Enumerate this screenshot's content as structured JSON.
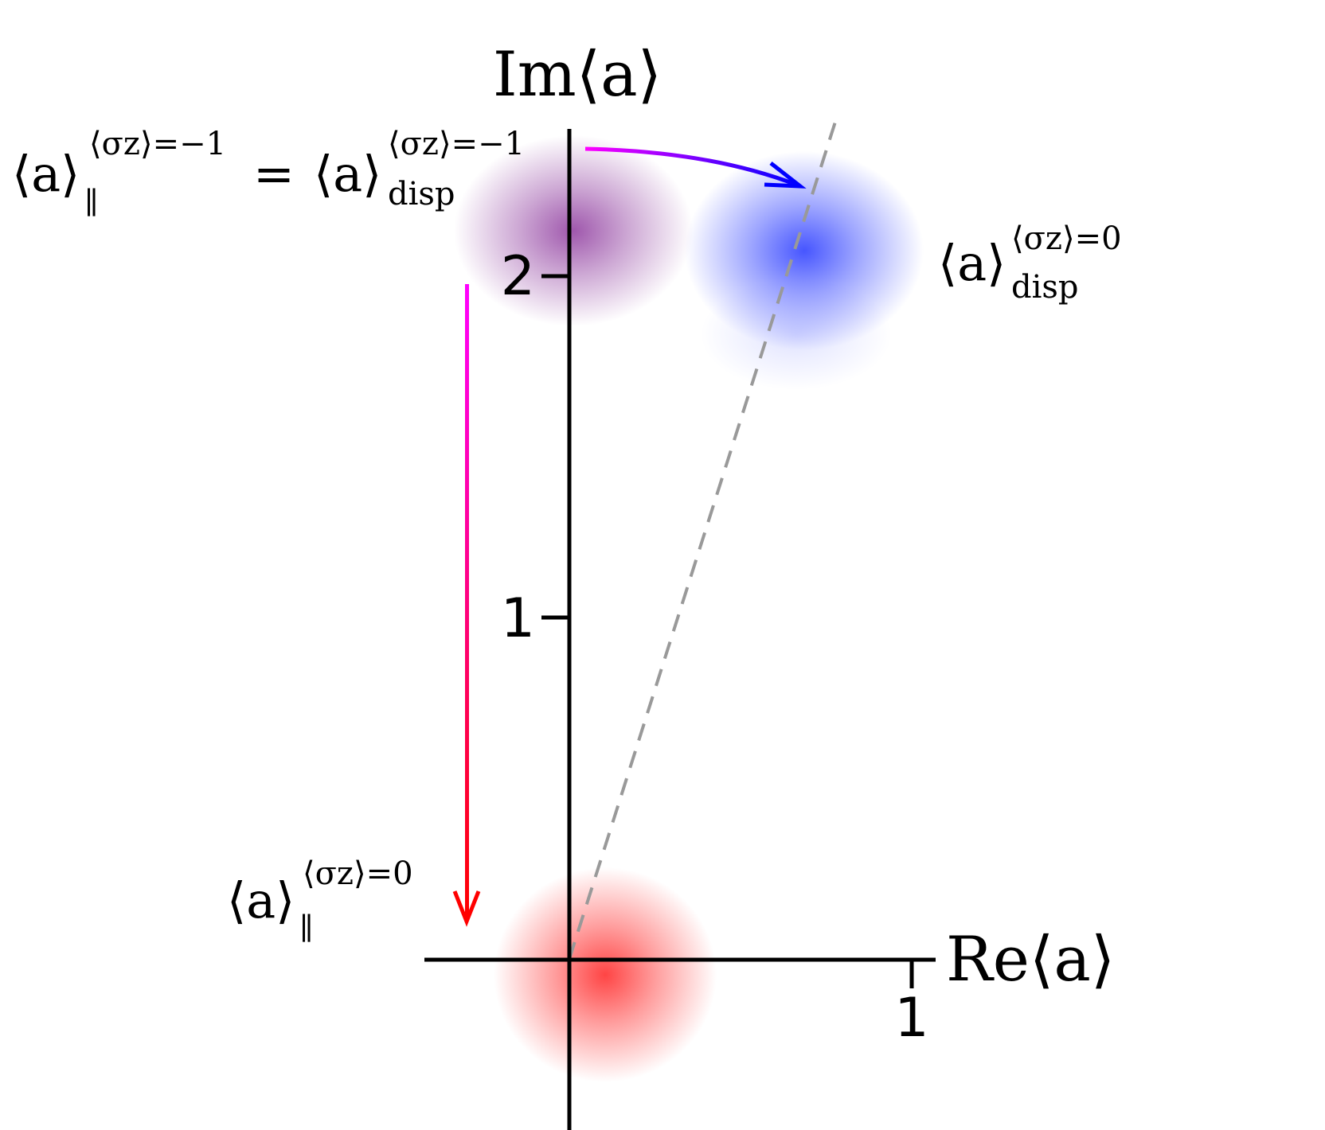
{
  "axes": {
    "x_label": "Re⟨a⟩",
    "y_label": "Im⟨a⟩",
    "x_ticks": [
      {
        "value": 1,
        "label": "1"
      }
    ],
    "y_ticks": [
      {
        "value": 1,
        "label": "1"
      },
      {
        "value": 2,
        "label": "2"
      }
    ]
  },
  "labels": {
    "top_left_lhs": {
      "base": "⟨a⟩",
      "sub": "∥",
      "sup": "⟨σz⟩=−1"
    },
    "equals": "=",
    "top_left_rhs": {
      "base": "⟨a⟩",
      "sub": "disp",
      "sup": "⟨σz⟩=−1"
    },
    "right": {
      "base": "⟨a⟩",
      "sub": "disp",
      "sup": "⟨σz⟩=0"
    },
    "bottom": {
      "base": "⟨a⟩",
      "sub": "∥",
      "sup": "⟨σz⟩=0"
    }
  },
  "states": [
    {
      "name": "purple",
      "color": "#8e3a9e",
      "re": 0.05,
      "im": 2.13
    },
    {
      "name": "blue",
      "color": "#3d4dff",
      "re": 0.68,
      "im": 2.07
    },
    {
      "name": "red",
      "color": "#ff3b3b",
      "re": 0.09,
      "im": -0.05
    }
  ],
  "colors": {
    "arrow_vertical_top": "#ff00ff",
    "arrow_vertical_bottom": "#ff0000",
    "arrow_curved_start": "#ff00ff",
    "arrow_curved_end": "#0000ff",
    "dashed_line": "#999999"
  }
}
